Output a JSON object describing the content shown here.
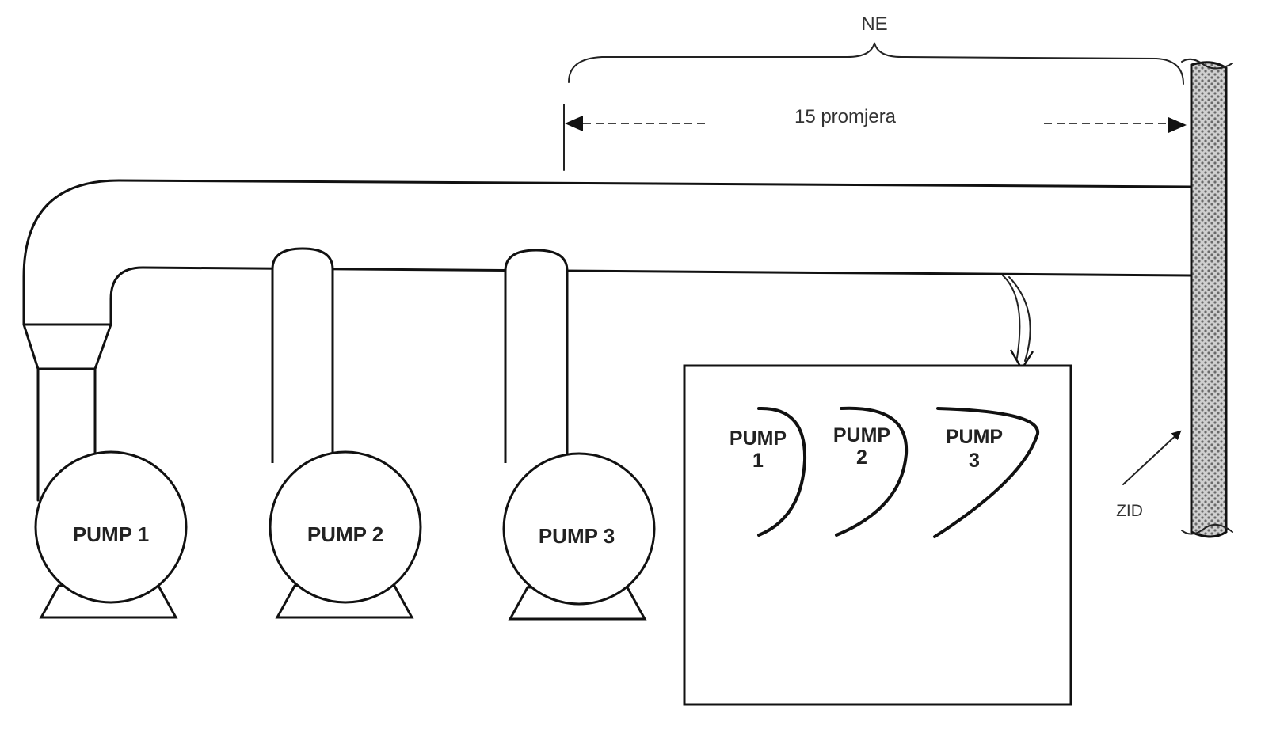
{
  "labels": {
    "brace_label": "NE",
    "dimension_label": "15 promjera",
    "wall_label": "ZID"
  },
  "pumps": [
    {
      "label": "PUMP 1"
    },
    {
      "label": "PUMP 2"
    },
    {
      "label": "PUMP 3"
    }
  ],
  "curve_panel": {
    "curves": [
      {
        "label_line1": "PUMP",
        "label_line2": "1"
      },
      {
        "label_line1": "PUMP",
        "label_line2": "2"
      },
      {
        "label_line1": "PUMP",
        "label_line2": "3"
      }
    ]
  },
  "colors": {
    "line": "#111111",
    "wall_fill": "#b8b8b8",
    "background": "#ffffff"
  }
}
